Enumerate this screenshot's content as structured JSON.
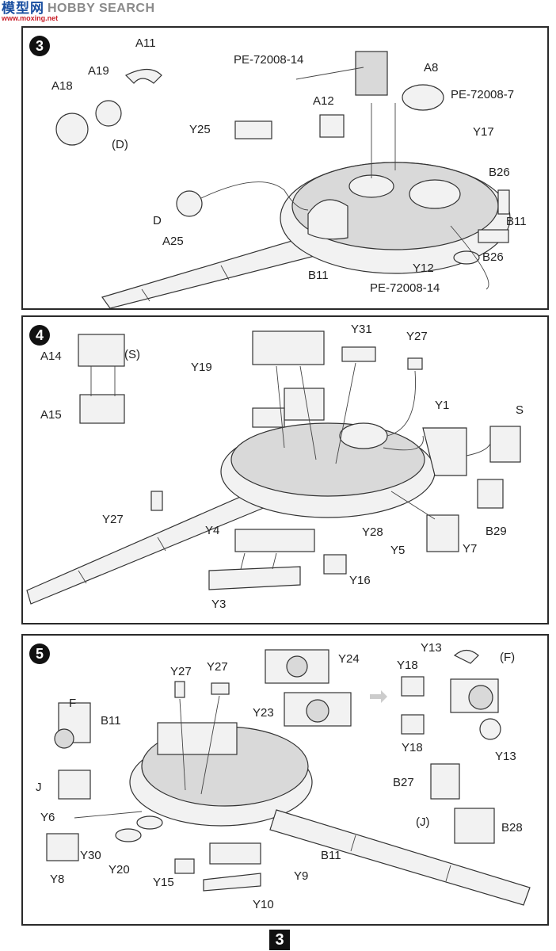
{
  "watermark": {
    "logo": "模型网",
    "brand": "HOBBY SEARCH",
    "site": "www.moxing.net"
  },
  "page_number": "3",
  "steps": [
    {
      "number": "3",
      "labels": [
        "A11",
        "A19",
        "A18",
        "(D)",
        "D",
        "A25",
        "PE-72008-14",
        "A12",
        "Y25",
        "A8",
        "PE-72008-7",
        "Y17",
        "B26",
        "B11",
        "B26",
        "Y12",
        "B11",
        "PE-72008-14"
      ]
    },
    {
      "number": "4",
      "labels": [
        "A14",
        "(S)",
        "A15",
        "Y19",
        "Y31",
        "Y27",
        "Y1",
        "S",
        "B29",
        "Y27",
        "Y4",
        "Y28",
        "Y5",
        "Y7",
        "Y16",
        "Y3"
      ]
    },
    {
      "number": "5",
      "labels": [
        "Y27",
        "Y27",
        "Y24",
        "Y13",
        "(F)",
        "Y18",
        "F",
        "B11",
        "Y23",
        "Y18",
        "Y13",
        "J",
        "B27",
        "Y6",
        "(J)",
        "B28",
        "Y30",
        "Y8",
        "Y20",
        "B11",
        "Y9",
        "Y15",
        "Y10"
      ]
    }
  ]
}
